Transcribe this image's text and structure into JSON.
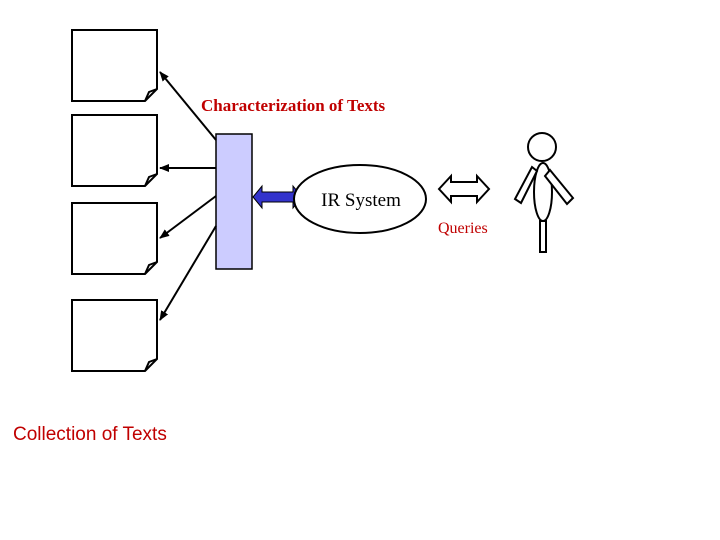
{
  "labels": {
    "characterization": "Characterization of Texts",
    "ir_system": "IR System",
    "queries": "Queries",
    "collection": "Collection of Texts"
  },
  "colors": {
    "label_red": "#c00000",
    "index_fill": "#ccccff",
    "connector_fill": "#3333cc",
    "stroke": "#000000"
  },
  "icons": {
    "document": "document-icon",
    "user": "person-icon",
    "double_arrow": "double-arrow-icon"
  }
}
